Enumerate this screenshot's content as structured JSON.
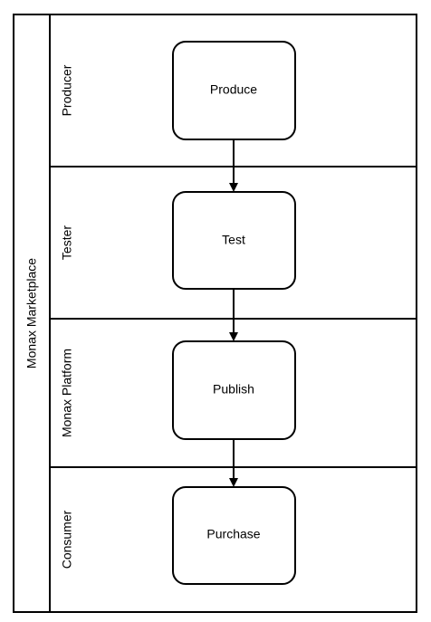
{
  "pool": {
    "title": "Monax Marketplace"
  },
  "lanes": [
    {
      "label": "Producer"
    },
    {
      "label": "Tester"
    },
    {
      "label": "Monax Platform"
    },
    {
      "label": "Consumer"
    }
  ],
  "steps": [
    {
      "label": "Produce"
    },
    {
      "label": "Test"
    },
    {
      "label": "Publish"
    },
    {
      "label": "Purchase"
    }
  ],
  "colors": {
    "stroke": "#000000",
    "fill": "#ffffff"
  }
}
